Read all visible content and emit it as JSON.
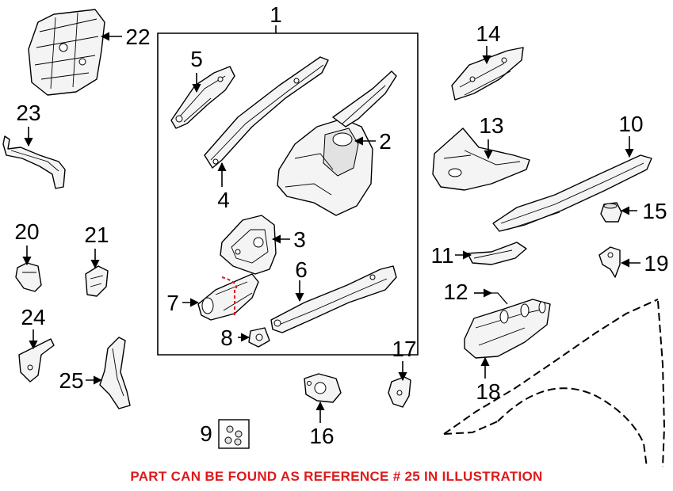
{
  "diagram": {
    "callouts": {
      "c1": "1",
      "c2": "2",
      "c3": "3",
      "c4": "4",
      "c5": "5",
      "c6": "6",
      "c7": "7",
      "c8": "8",
      "c9": "9",
      "c10": "10",
      "c11": "11",
      "c12": "12",
      "c13": "13",
      "c14": "14",
      "c15": "15",
      "c16": "16",
      "c17": "17",
      "c18": "18",
      "c19": "19",
      "c20": "20",
      "c21": "21",
      "c22": "22",
      "c23": "23",
      "c24": "24",
      "c25": "25"
    },
    "notice": "PART CAN BE FOUND AS REFERENCE # 25 IN ILLUSTRATION",
    "colors": {
      "notice": "#e0191b",
      "ink": "#000000"
    }
  }
}
